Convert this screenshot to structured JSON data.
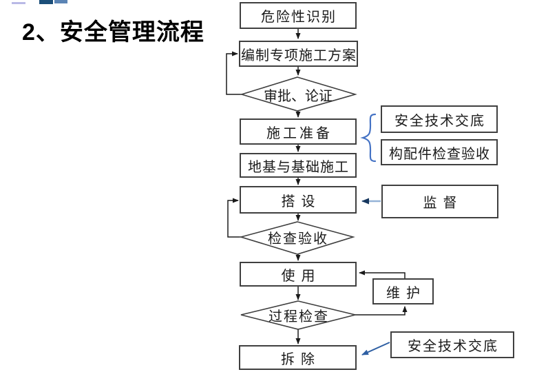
{
  "title": {
    "prefix": "2、",
    "text": "安全管理流程"
  },
  "flowchart": {
    "nodes": {
      "hazard": "危险性识别",
      "plan": "编制专项施工方案",
      "approve": "审批、论证",
      "prepare": "施工准备",
      "foundation": "地基与基础施工",
      "erect": "搭设",
      "inspect": "检查验收",
      "use": "使用",
      "process_check": "过程检查",
      "dismantle": "拆除",
      "tech_brief_top": "安全技术交底",
      "component_check": "构配件检查验收",
      "supervise": "监督",
      "maintain": "维护",
      "tech_brief_bottom": "安全技术交底"
    }
  },
  "colors": {
    "box_border": "#3f3f3f",
    "flow_line": "#1a1a1a",
    "brace_blue": "#4472c4",
    "supervise_line_blue": "#95b3d7",
    "supervise_arrow_navy": "#17375e",
    "brief_arrow_blue": "#2e5fa3",
    "logo_navy": "#1b4e79",
    "logo_blue": "#5b84b5",
    "logo_lavender": "#b9b9e6"
  }
}
